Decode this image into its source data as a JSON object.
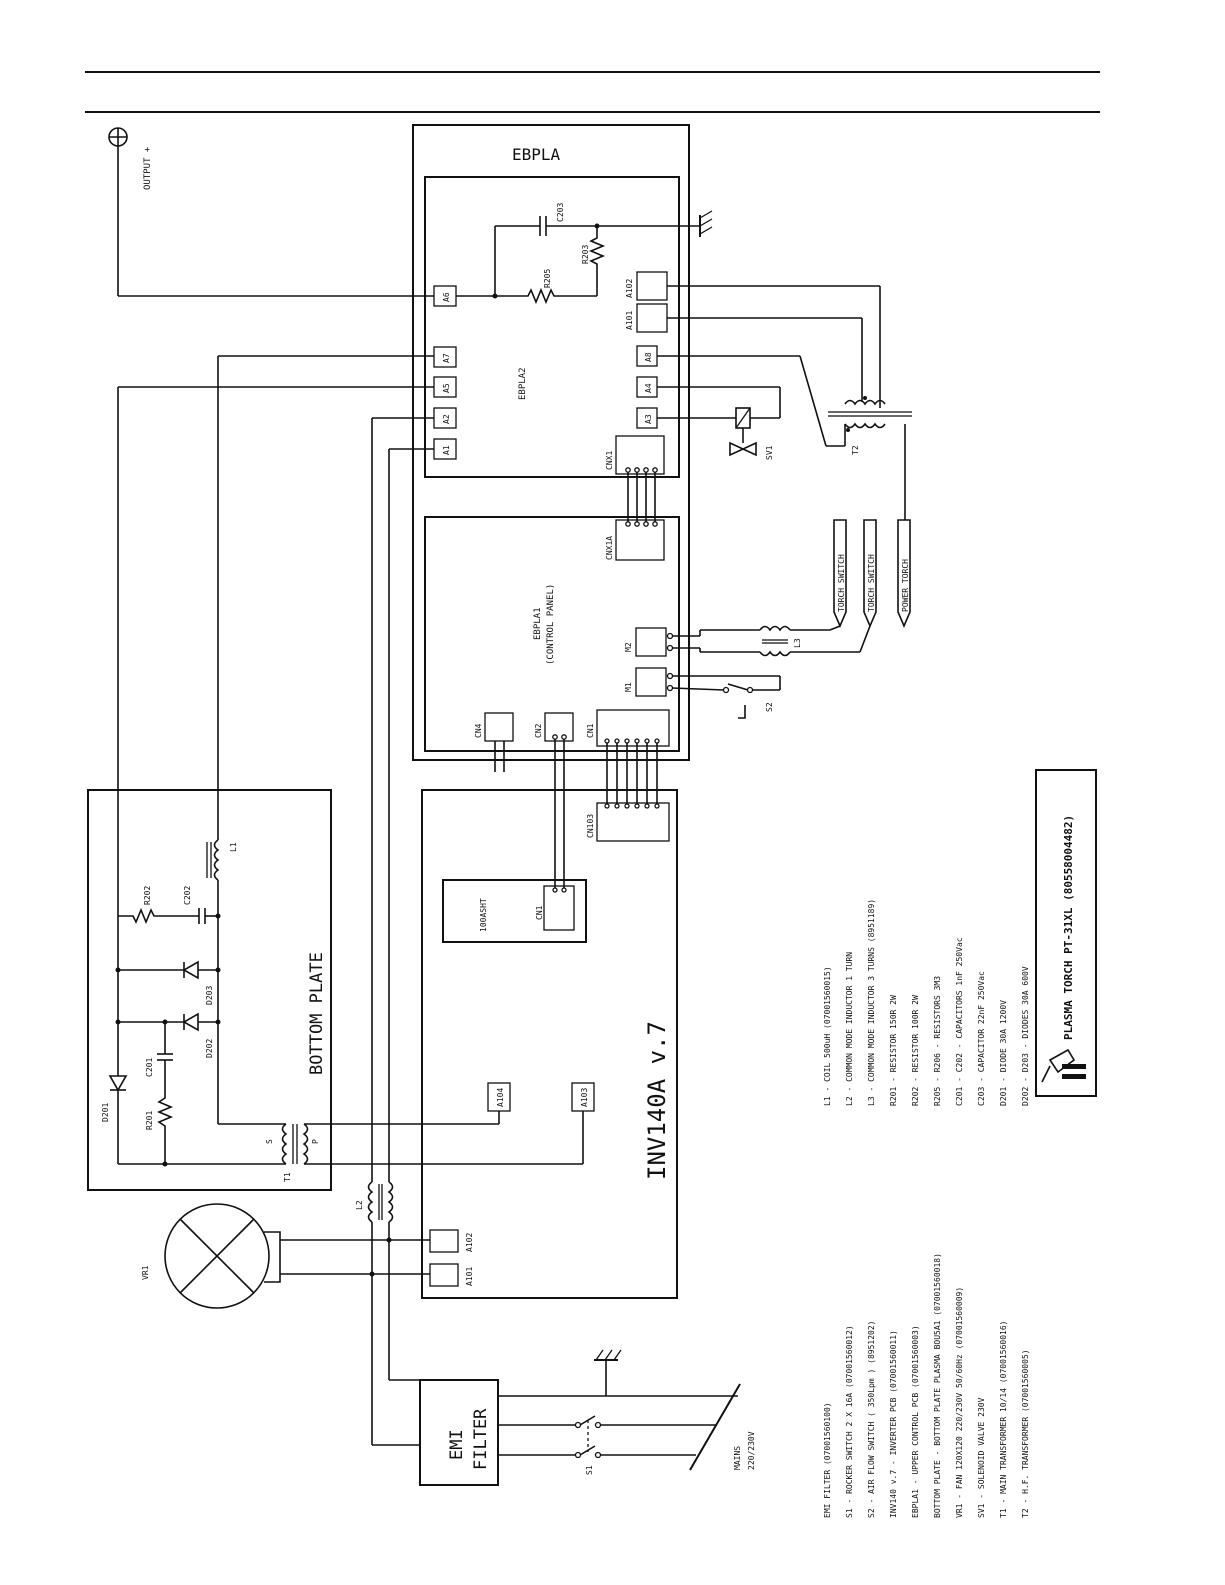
{
  "modules": {
    "ebpla": "EBPLA",
    "ebpla2": "EBPLA2",
    "ebpla1": "EBPLA1",
    "control_panel": "(CONTROL PANEL)",
    "inverter": "INV140A v.7",
    "bottom_plate": "BOTTOM PLATE",
    "emi_filter_line1": "EMI",
    "emi_filter_line2": "FILTER",
    "shunt": "100ASHT"
  },
  "terminals": {
    "output": "OUTPUT +",
    "a1": "A1",
    "a2": "A2",
    "a3": "A3",
    "a4": "A4",
    "a5": "A5",
    "a6": "A6",
    "a7": "A7",
    "a8": "A8",
    "a101": "A101",
    "a102": "A102",
    "a103": "A103",
    "a104": "A104",
    "a101_inv": "A101",
    "a102_inv": "A102"
  },
  "connectors": {
    "cnx1": "CNX1",
    "cnx1a": "CNX1A",
    "m1": "M1",
    "m2": "M2",
    "cn1": "CN1",
    "cn2": "CN2",
    "cn4": "CN4",
    "cn103": "CN103",
    "cn1_shunt": "CN1"
  },
  "components": {
    "c203": "C203",
    "r205": "R205",
    "r203": "R203",
    "sv1": "SV1",
    "t2": "T2",
    "l3": "L3",
    "s2": "S2",
    "l1": "L1",
    "r202": "R202",
    "c202": "C202",
    "d203": "D203",
    "d202": "D202",
    "c201": "C201",
    "r201": "R201",
    "d201": "D201",
    "t1": "T1",
    "t1_s": "S",
    "t1_p": "P",
    "l2": "L2",
    "vr1": "VR1",
    "s1": "S1"
  },
  "torch": {
    "torch_switch_1": "TORCH SWITCH",
    "torch_switch_2": "TORCH SWITCH",
    "power_torch": "POWER TORCH"
  },
  "mains": {
    "line1": "MAINS",
    "line2": "220/230V"
  },
  "legend_left": [
    "EMI FILTER (07001560100)",
    "S1 - ROCKER SWITCH 2 X 16A (07001560012)",
    "S2 - AIR FLOW SWITCH ( 350Lpm ) (8951202)",
    "INV140 v.7 - INVERTER PCB (07001560011)",
    "EBPLA1 - UPPER CONTROL PCB (07001560003)",
    "BOTTOM PLATE - BOTTOM PLATE PLASMA BOU5A1 (07001560018)",
    "VR1 - FAN 120X120 220/230V 50/60Hz (07001560009)",
    "SV1 - SOLENOID VALVE 230V",
    "T1 - MAIN TRANSFORMER 10/14 (07001560016)",
    "T2 - H.F. TRANSFORMER (07001560005)"
  ],
  "legend_right": [
    "L1 - COIL 500uH (07001560015)",
    "L2 - COMMON MODE INDUCTOR 1 TURN",
    "L3 - COMMON MODE INDUCTOR 3 TURNS (8951189)",
    "R201 - RESISTOR 150R 2W",
    "R202 - RESISTOR 100R 2W",
    "R205 - R206 - RESISTORS 3M3",
    "C201 - C202 - CAPACITORS 1nF 250Vac",
    "C203 - CAPACITOR 22nF 250Vac",
    "D201 - DIODE 30A 1200V",
    "D202 - D203 - DIODES 30A 600V"
  ],
  "title_block": "PLASMA TORCH PT-31XL (80558004482)"
}
